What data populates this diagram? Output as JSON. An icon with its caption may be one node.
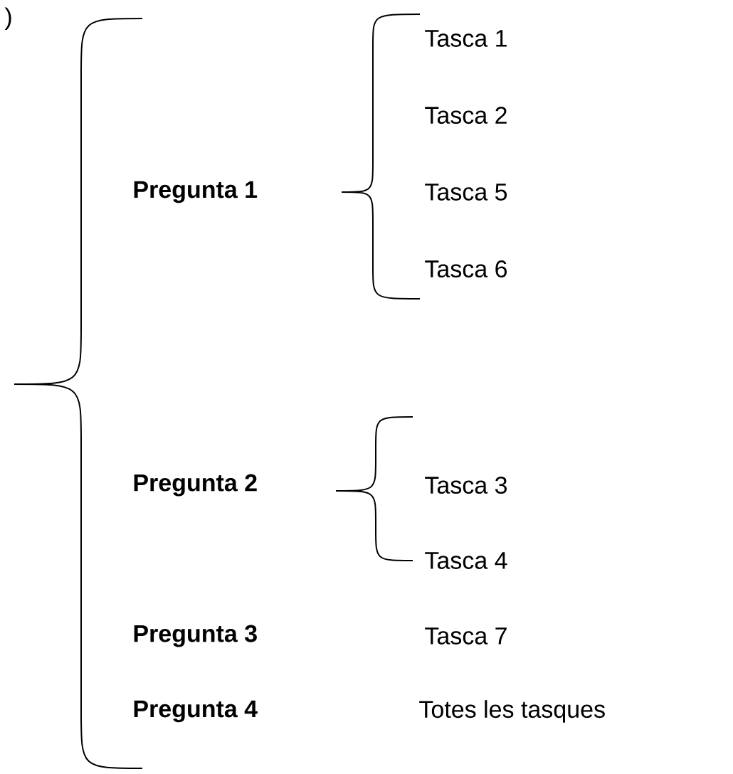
{
  "diagram": {
    "labels": [
      ")",
      "Tasca 1",
      "Tasca 2",
      "Pregunta 1",
      "Tasca 5",
      "Tasca 6",
      "Pregunta 2",
      "Tasca 3",
      "Tasca 4",
      "Pregunta 3",
      "Tasca 7",
      "Pregunta 4",
      "Totes les tasques"
    ]
  }
}
